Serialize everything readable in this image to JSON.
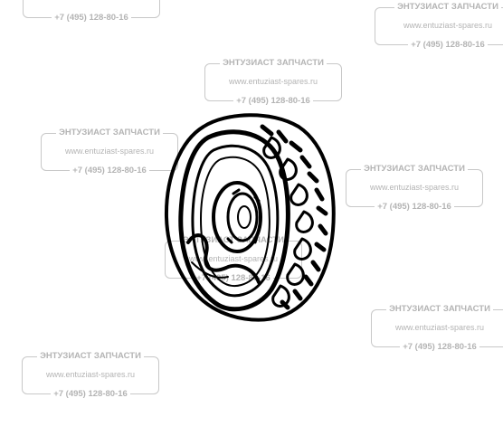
{
  "watermark": {
    "title": "ЭНТУЗИАСТ ЗАПЧАСТИ",
    "url": "www.entuziast-spares.ru",
    "phone": "+7 (495) 128-80-16"
  },
  "part": {
    "icon": "tire-wheel-icon"
  }
}
